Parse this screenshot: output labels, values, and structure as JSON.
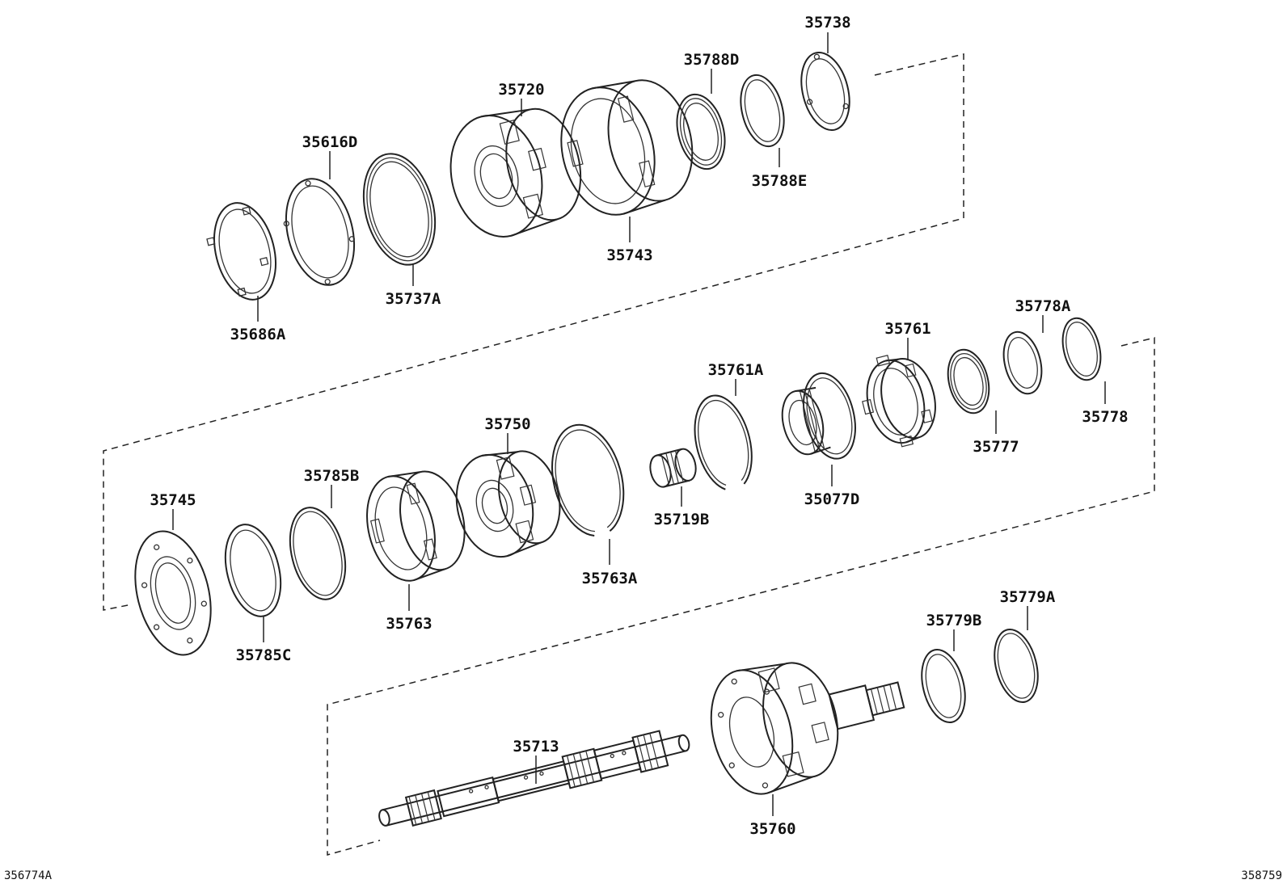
{
  "labels": {
    "p35738": "35738",
    "p35788D": "35788D",
    "p35720": "35720",
    "p35616D": "35616D",
    "p35788E": "35788E",
    "p35743": "35743",
    "p35737A": "35737A",
    "p35686A": "35686A",
    "p35778A": "35778A",
    "p35761": "35761",
    "p35761A": "35761A",
    "p35750": "35750",
    "p35778": "35778",
    "p35777": "35777",
    "p35785B": "35785B",
    "p35745": "35745",
    "p35719B": "35719B",
    "p35077D": "35077D",
    "p35763A": "35763A",
    "p35763": "35763",
    "p35785C": "35785C",
    "p35779A": "35779A",
    "p35779B": "35779B",
    "p35713": "35713",
    "p35760": "35760"
  },
  "refs": {
    "left": "356774A",
    "right": "358759"
  }
}
